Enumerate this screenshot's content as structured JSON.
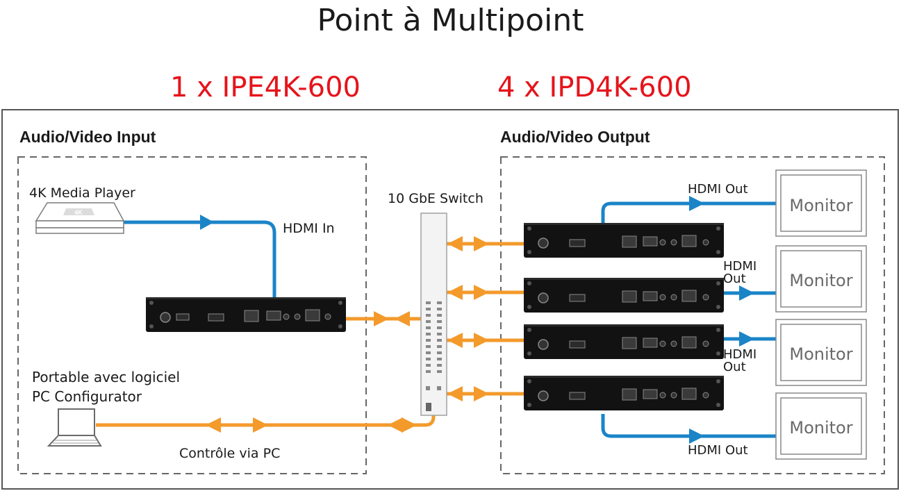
{
  "title": "Point à Multipoint",
  "encoder_label": "1 x IPE4K-600",
  "decoder_label": "4 x IPD4K-600",
  "input_section": "Audio/Video Input",
  "output_section": "Audio/Video Output",
  "media_player": {
    "label": "4K Media Player",
    "badge": "4K"
  },
  "hdmi_in": "HDMI In",
  "switch_label": "10 GbE Switch",
  "laptop_label_line1": "Portable avec logiciel",
  "laptop_label_line2": "PC Configurator",
  "control_label": "Contrôle via PC",
  "monitors": [
    "Monitor",
    "Monitor",
    "Monitor",
    "Monitor"
  ],
  "hdmi_out": {
    "out1": "HDMI Out",
    "out2_line1": "HDMI",
    "out2_line2": "Out",
    "out3_line1": "HDMI",
    "out3_line2": "Out",
    "out4": "HDMI Out"
  },
  "colors": {
    "hdmi": "#1b84c7",
    "network": "#f39a2b",
    "model": "#e5141b",
    "dashed": "#666666",
    "device": "#121212"
  }
}
